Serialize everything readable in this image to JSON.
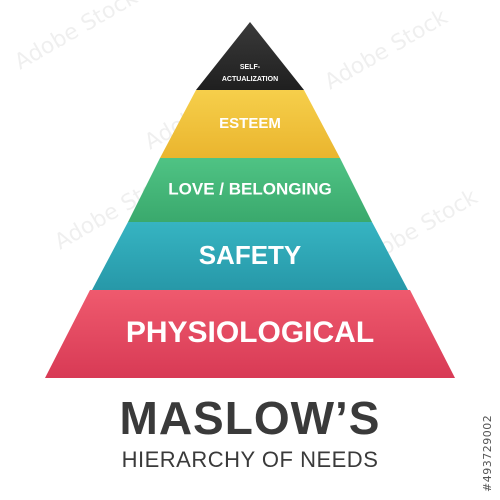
{
  "pyramid": {
    "tiers": [
      {
        "id": "self-actualization",
        "label_line1": "SELF-",
        "label_line2": "ACTUALIZATION",
        "color": "#2b2b2b"
      },
      {
        "id": "esteem",
        "label": "ESTEEM",
        "color": "#f2c53d"
      },
      {
        "id": "love-belonging",
        "label": "LOVE / BELONGING",
        "color": "#45b97b"
      },
      {
        "id": "safety",
        "label": "SAFETY",
        "color": "#2ea8b7"
      },
      {
        "id": "physiological",
        "label": "PHYSIOLOGICAL",
        "color": "#e84560"
      }
    ]
  },
  "title": {
    "main": "MASLOW’S",
    "subtitle": "HIERARCHY OF NEEDS"
  },
  "stock_id": "#493729002",
  "watermark_text": "Adobe Stock"
}
